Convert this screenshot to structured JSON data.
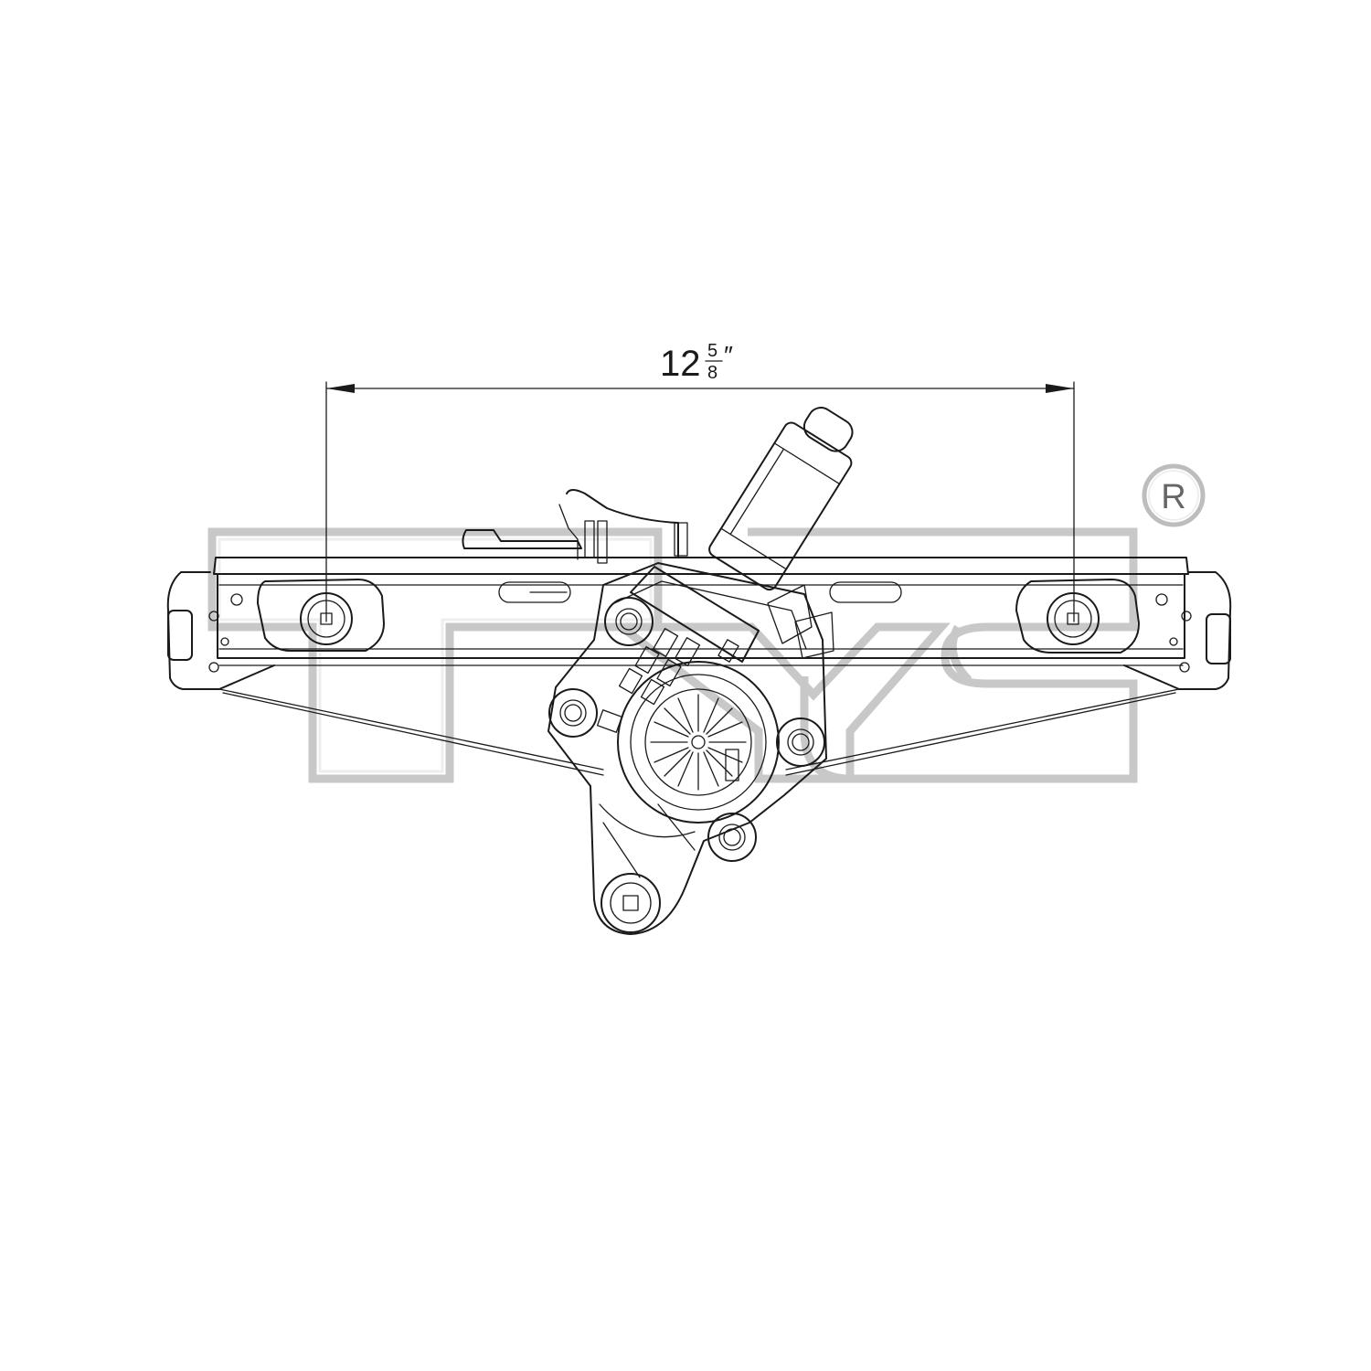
{
  "dimension": {
    "whole": "12",
    "numerator": "5",
    "denominator": "8",
    "unit": "″"
  },
  "logo": {
    "text": "TYC",
    "registered_mark": "R"
  },
  "colors": {
    "line": "#1a1a1a",
    "watermark": "#c8c8c8",
    "background": "#ffffff"
  }
}
